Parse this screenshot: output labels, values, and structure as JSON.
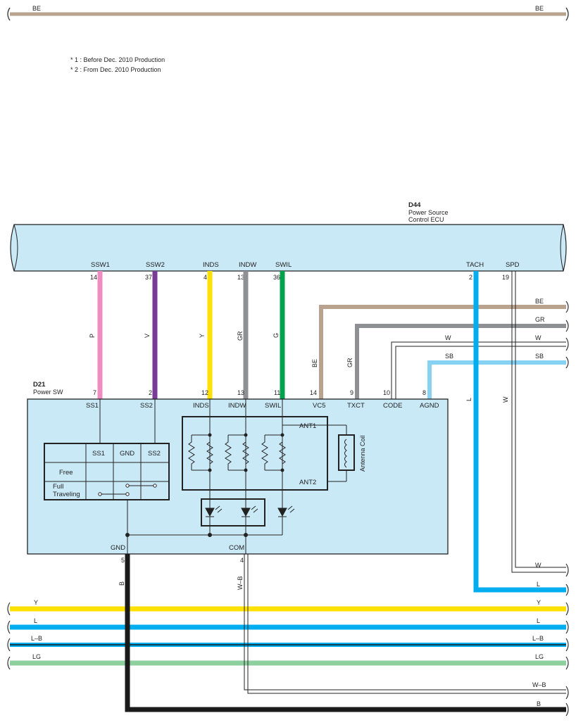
{
  "colors": {
    "BE": "#b9a38f",
    "P": "#ef8dc2",
    "V": "#7a3a98",
    "Y": "#ffe100",
    "GR": "#8f9094",
    "G": "#00a14b",
    "L": "#00aeef",
    "SB": "#87d1f2",
    "LG": "#8ecf9e",
    "B": "#1a1a1a",
    "W": "#ffffff",
    "box": "#c9e9f7"
  },
  "notes": [
    "* 1 : Before Dec.  2010 Production",
    "* 2 : From Dec.  2010 Production"
  ],
  "top_wire": {
    "left_label": "BE",
    "right_label": "BE"
  },
  "ecu": {
    "code": "D44",
    "name_line1": "Power Source",
    "name_line2": "Control ECU",
    "pins": [
      {
        "label": "SSW1",
        "num": "14"
      },
      {
        "label": "SSW2",
        "num": "37"
      },
      {
        "label": "INDS",
        "num": "4"
      },
      {
        "label": "INDW",
        "num": "13"
      },
      {
        "label": "SWIL",
        "num": "36"
      },
      {
        "label": "TACH",
        "num": "2"
      },
      {
        "label": "SPD",
        "num": "19"
      }
    ]
  },
  "wires_vertical": [
    {
      "color_code": "P"
    },
    {
      "color_code": "V"
    },
    {
      "color_code": "Y"
    },
    {
      "color_code": "GR"
    },
    {
      "color_code": "G"
    },
    {
      "color_code": "BE"
    },
    {
      "color_code": "GR"
    },
    {
      "color_code": "L"
    },
    {
      "color_code": "W"
    }
  ],
  "right_connectors": [
    {
      "label": "BE"
    },
    {
      "label": "GR"
    },
    {
      "label": "W"
    },
    {
      "label": "SB"
    },
    {
      "label": "W"
    },
    {
      "label": "L"
    }
  ],
  "mid_labels": {
    "w": "W",
    "sb": "SB"
  },
  "power_sw": {
    "code": "D21",
    "name": "Power SW",
    "top_pins": [
      {
        "label": "SS1",
        "num": "7"
      },
      {
        "label": "SS2",
        "num": "2"
      },
      {
        "label": "INDS",
        "num": "12"
      },
      {
        "label": "INDW",
        "num": "13"
      },
      {
        "label": "SWIL",
        "num": "11"
      },
      {
        "label": "VC5",
        "num": "14"
      },
      {
        "label": "TXCT",
        "num": "9"
      },
      {
        "label": "CODE",
        "num": "10"
      },
      {
        "label": "AGND",
        "num": "8"
      }
    ],
    "bottom_pins": [
      {
        "label": "GND",
        "num": "5"
      },
      {
        "label": "COM",
        "num": "4"
      }
    ],
    "table": {
      "headers": [
        "SS1",
        "GND",
        "SS2"
      ],
      "rows": [
        "Free",
        "Full",
        "Traveling"
      ]
    },
    "ant1": "ANT1",
    "ant2": "ANT2",
    "coil_label": "Antenna Coil"
  },
  "bottom_wires": [
    {
      "label": "Y",
      "color_code": "Y"
    },
    {
      "label": "L",
      "color_code": "L"
    },
    {
      "label": "L–B",
      "color_code": "L"
    },
    {
      "label": "LG",
      "color_code": "LG"
    },
    {
      "label": "W–B",
      "color_code": "W"
    },
    {
      "label": "B",
      "color_code": "B"
    }
  ],
  "vertical_wire_labels": {
    "gnd_wire": "B",
    "com_wire": "W–B"
  }
}
